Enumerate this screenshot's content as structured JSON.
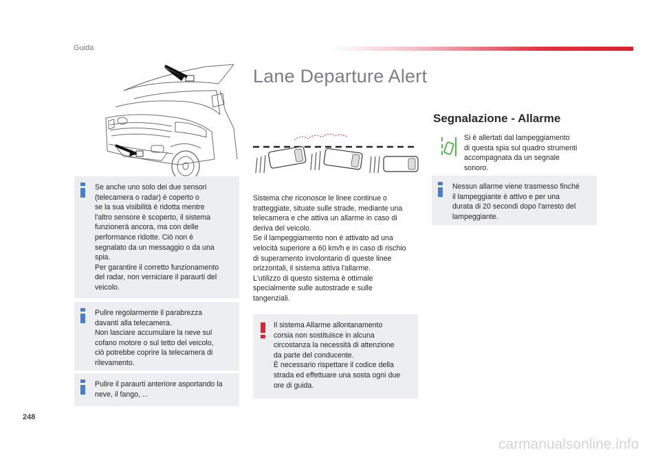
{
  "header": {
    "section_label": "Guida"
  },
  "page": {
    "title": "Lane Departure Alert",
    "number": "248"
  },
  "alarm_section": {
    "title": "Segnalazione - Allarme",
    "lamp_text": [
      "Si è allertati dal lampeggiamento",
      "di questa spia sul quadro strumenti",
      "accompagnata da un segnale",
      "sonoro."
    ],
    "info_text": [
      "Nessun allarme viene trasmesso finché",
      "il lampeggiante è attivo e per una",
      "durata di 20 secondi dopo l'arresto del",
      "lampeggiante."
    ]
  },
  "description": [
    "Sistema che riconosce le linee continue o",
    "tratteggiate, situate sulle strade, mediante una",
    "telecamera e che attiva un allarme in caso di",
    "deriva del veicolo.",
    "Se il lampeggiamento non è attivato ad una",
    "velocità superiore a 60 km/h e in caso di rischio",
    "di superamento involontario di queste linee",
    "orizzontali, il sistema attiva l'allarme.",
    "L'utilizzo di questo sistema è ottimale",
    "specialmente sulle autostrade e sulle",
    "tangenziali."
  ],
  "warning_box": [
    "Il sistema Allarme allontanamento",
    "corsia non sostituisce in alcuna",
    "circostanza la necessità di attenzione",
    "da parte del conducente.",
    "È necessario rispettare il codice della",
    "strada ed effettuare una sosta ogni due",
    "ore di guida."
  ],
  "info_boxes": [
    {
      "lines": [
        "Se anche uno solo dei due sensori",
        "(telecamera o radar) è coperto o",
        "se la sua visibilità è ridotta mentre",
        "l'altro sensore è scoperto, il sistema",
        "funzionerà ancora, ma con delle",
        "performance ridotte. Ciò non è",
        "segnalato da un messaggio o da una",
        "spia.",
        "Per garantire il corretto funzionamento",
        "del radar, non verniciare il paraurti del",
        "veicolo."
      ]
    },
    {
      "lines": [
        "Pulire regolarmente il parabrezza",
        "davanti alla telecamera.",
        "Non lasciare accumulare la neve sul",
        "cofano motore o sul tetto del veicolo,",
        "ciò potrebbe coprire la telecamera di",
        "rilevamento."
      ]
    },
    {
      "lines": [
        "Pulire il paraurti anteriore asportando la",
        "neve, il fango, ..."
      ]
    }
  ],
  "watermark": "carmanualsonline.info",
  "colors": {
    "accent_red": "#dc1e2e",
    "info_blue": "#3f7fd6",
    "lamp_green": "#4fb84a",
    "box_gray": "#eceeef"
  }
}
